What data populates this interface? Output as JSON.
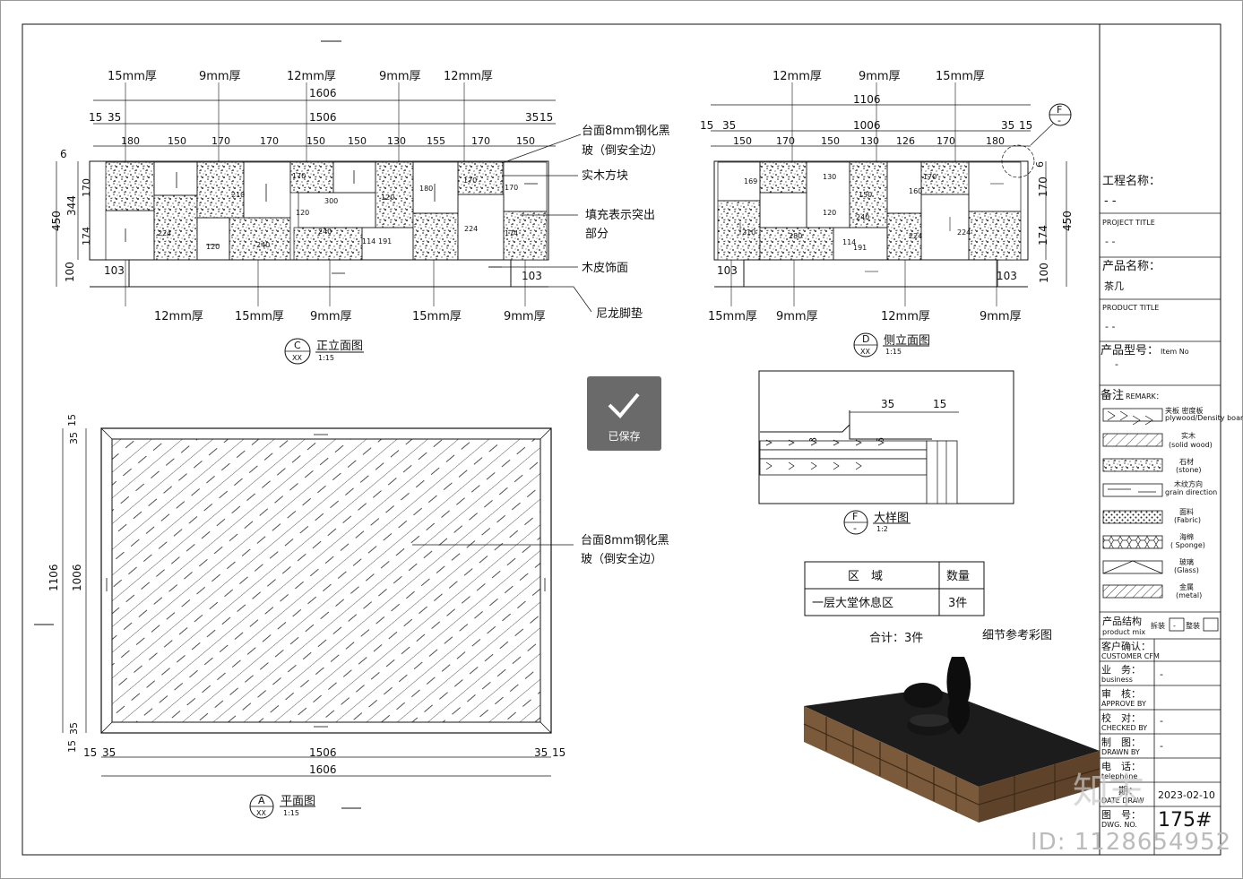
{
  "views": {
    "front": {
      "label": "正立面图",
      "letter": "C",
      "sheet": "XX",
      "scale": "1:15"
    },
    "side": {
      "label": "侧立面图",
      "letter": "D",
      "sheet": "XX",
      "scale": "1:15"
    },
    "plan": {
      "label": "平面图",
      "letter": "A",
      "sheet": "XX",
      "scale": "1:15"
    },
    "detail": {
      "label": "大样图",
      "letter": "F",
      "sheet": "-",
      "scale": "1:2"
    }
  },
  "front_top_labels": [
    "15mm厚",
    "9mm厚",
    "12mm厚",
    "9mm厚",
    "12mm厚"
  ],
  "front_bottom_labels": [
    "12mm厚",
    "15mm厚",
    "9mm厚",
    "15mm厚",
    "9mm厚"
  ],
  "side_top_labels": [
    "12mm厚",
    "9mm厚",
    "15mm厚"
  ],
  "side_bottom_labels": [
    "15mm厚",
    "9mm厚",
    "12mm厚",
    "9mm厚"
  ],
  "front_dims": {
    "overall": "1606",
    "inner": "1506",
    "left": "15",
    "left2": "35",
    "right": "35",
    "right2": "15",
    "segments": [
      "180",
      "150",
      "170",
      "170",
      "150",
      "150",
      "130",
      "155",
      "170",
      "150"
    ],
    "height": "450",
    "h_mid": "344",
    "h_top": "6",
    "h_a": "170",
    "h_b": "174",
    "h_base": "100",
    "base_l": "103",
    "base_r": "103",
    "inner_marks": [
      "300",
      "120",
      "120",
      "240",
      "114",
      "191",
      "180",
      "224",
      "174",
      "170",
      "170",
      "210",
      "224",
      "240",
      "170",
      "120"
    ]
  },
  "side_dims": {
    "overall": "1106",
    "inner": "1006",
    "left": "15",
    "left2": "35",
    "right": "35",
    "right2": "15",
    "segments": [
      "150",
      "170",
      "150",
      "130",
      "126",
      "170",
      "180"
    ],
    "height": "450",
    "h_top": "6",
    "h_a": "170",
    "h_b": "174",
    "h_base": "100",
    "base_l": "103",
    "base_r": "103",
    "inner_marks": [
      "169",
      "130",
      "120",
      "280",
      "114",
      "191",
      "150",
      "160",
      "224",
      "210",
      "224",
      "170",
      "240"
    ]
  },
  "plan_dims": {
    "width": "1606",
    "inner_w": "1506",
    "depth": "1106",
    "inner_d": "1006",
    "l15": "15",
    "l35": "35",
    "r35": "35",
    "r15": "15",
    "t35": "35",
    "t15": "15",
    "b35": "35",
    "b15": "15"
  },
  "detail_dims": {
    "a": "35",
    "b": "15",
    "c": "8",
    "d": "6"
  },
  "callouts": {
    "glass": "台面8mm钢化黑玻（倒安全边）",
    "glass_plan": "台面8mm钢化黑玻（倒安全边）",
    "wood_block": "实木方块",
    "fill": "填充表示突出部分",
    "veneer": "木皮饰面",
    "pad": "尼龙脚垫"
  },
  "table": {
    "headers": [
      "区　域",
      "数量"
    ],
    "rows": [
      [
        "一层大堂休息区",
        "3件"
      ]
    ],
    "total": "合计：3件",
    "photo_note": "细节参考彩图"
  },
  "saved_badge": "已保存",
  "title_block": {
    "project_name_label": "工程名称：",
    "project_name_val": "- -",
    "project_title_label": "PROJECT TITLE",
    "project_title_val": "- -",
    "product_name_label": "产品名称：",
    "product_name_val": "茶几",
    "product_title_label": "PRODUCT TITLE",
    "product_title_val": "- -",
    "model_label": "产品型号：",
    "model_en": "Item No",
    "model_val": "-",
    "remark_label": "备注",
    "remark_en": "REMARK：",
    "legend": [
      {
        "cn": "夹板 密度板",
        "en": "plywood/Density board"
      },
      {
        "cn": "实木",
        "en": "(solid wood)"
      },
      {
        "cn": "石材",
        "en": "(stone)"
      },
      {
        "cn": "木纹方向",
        "en": "grain direction"
      },
      {
        "cn": "面料",
        "en": "(Fabric)"
      },
      {
        "cn": "海绵",
        "en": "( Sponge)"
      },
      {
        "cn": "玻璃",
        "en": "(Glass)"
      },
      {
        "cn": "金属",
        "en": "(metal)"
      }
    ],
    "structure_label": "产品结构",
    "structure_en": "product mix",
    "split_label": "拆装",
    "split_val": "-",
    "fixed_label": "整装",
    "customer_label": "客户确认：",
    "customer_en": "CUSTOMER CFM",
    "business_label": "业　务：",
    "business_en": "business",
    "business_val": "-",
    "approve_label": "审　核：",
    "approve_en": "APPROVE BY",
    "checked_label": "校　对：",
    "checked_en": "CHECKED BY",
    "checked_val": "-",
    "drawn_label": "制　图：",
    "drawn_en": "DRAWN BY",
    "drawn_val": "-",
    "phone_label": "电　话：",
    "phone_en": "telephone",
    "date_label": "期：",
    "date_en": "DATE DRAW",
    "date_val": "2023-02-10",
    "dwg_label": "图　号：",
    "dwg_en": "DWG. NO.",
    "dwg_val": "175#"
  },
  "watermark_id": "ID: 1128654952",
  "watermark_logo": "知末"
}
